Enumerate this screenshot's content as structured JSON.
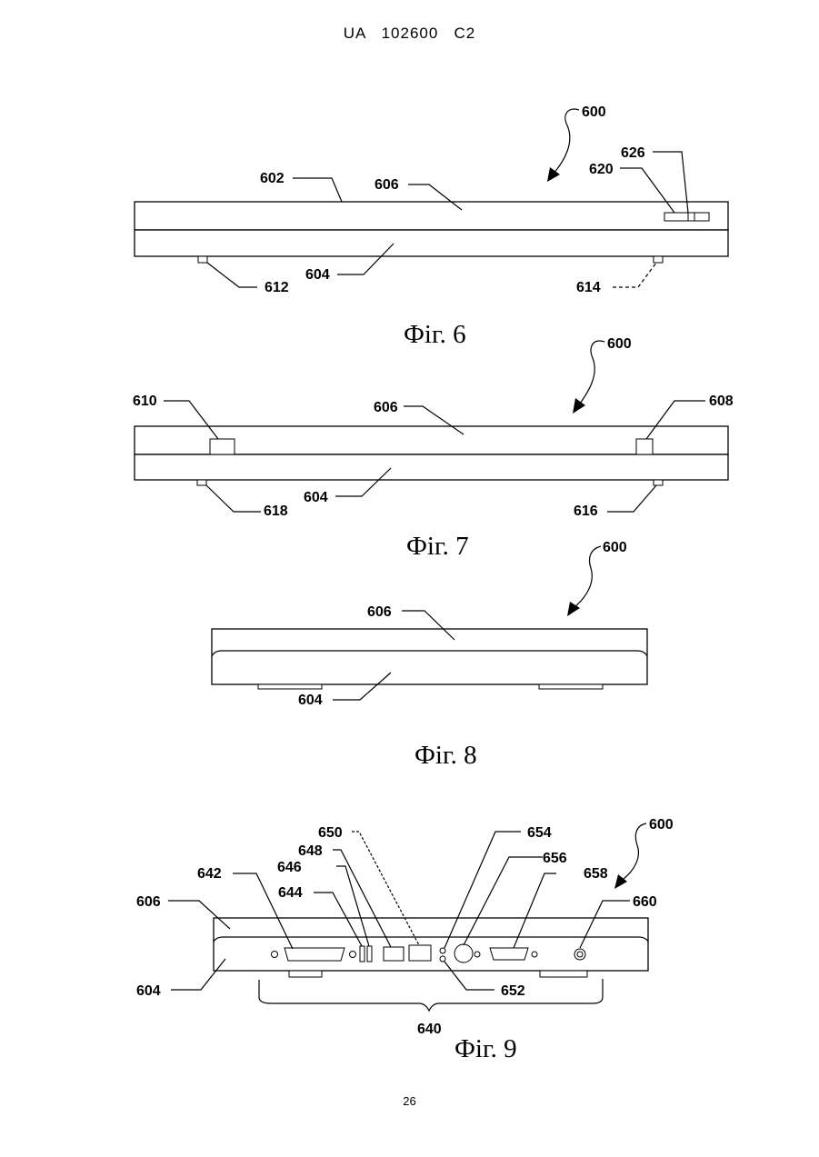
{
  "header": {
    "doc_id": "UA   102600   C2"
  },
  "page_number": "26",
  "figures": [
    {
      "caption": "Фіг. 6",
      "labels": {
        "l600": "600",
        "l602": "602",
        "l606": "606",
        "l620": "620",
        "l626": "626",
        "l604": "604",
        "l612": "612",
        "l614": "614"
      }
    },
    {
      "caption": "Фіг. 7",
      "labels": {
        "l600": "600",
        "l610": "610",
        "l606": "606",
        "l608": "608",
        "l618": "618",
        "l604": "604",
        "l616": "616"
      }
    },
    {
      "caption": "Фіг. 8",
      "labels": {
        "l600": "600",
        "l606": "606",
        "l604": "604"
      }
    },
    {
      "caption": "Фіг. 9",
      "labels": {
        "l650": "650",
        "l654": "654",
        "l600": "600",
        "l648": "648",
        "l656": "656",
        "l642": "642",
        "l646": "646",
        "l658": "658",
        "l644": "644",
        "l606": "606",
        "l660": "660",
        "l604": "604",
        "l652": "652",
        "l640": "640"
      }
    }
  ]
}
